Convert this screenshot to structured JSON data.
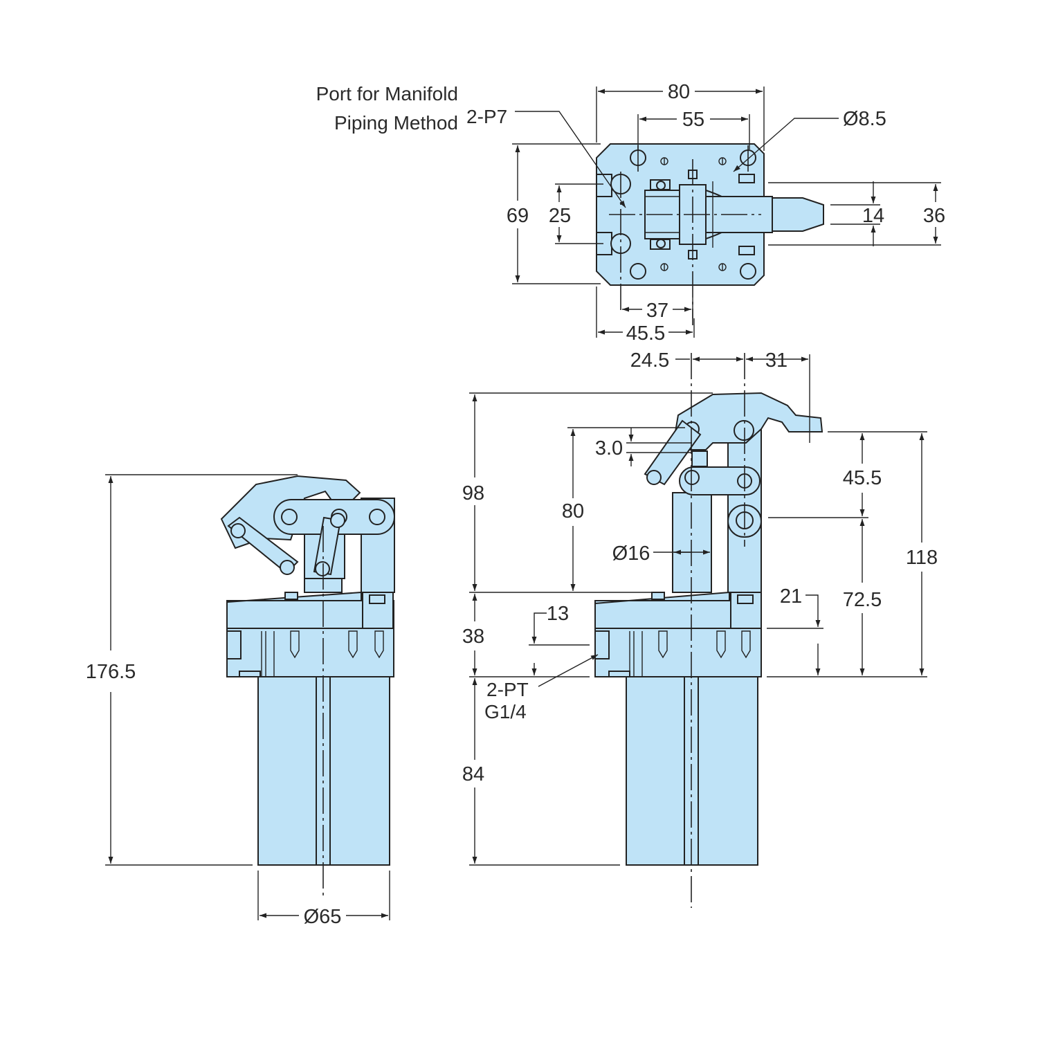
{
  "colors": {
    "body_fill": "#bfe3f7",
    "line": "#222222",
    "text": "#2a2a2a"
  },
  "top_view": {
    "note_port_line1": "Port for Manifold",
    "note_port_line2": "Piping Method",
    "note_2p7": "2-P7",
    "dia_hole": "Ø8.5",
    "dim_width": "80",
    "dim_hole_spacing_x": "55",
    "dim_height": "69",
    "dim_port_spacing": "25",
    "dim_arm_width": "14",
    "dim_arm_span": "36",
    "dim_37": "37",
    "dim_45_5": "45.5"
  },
  "side_view": {
    "dim_total_height": "176.5",
    "dia_body": "Ø65"
  },
  "front_view": {
    "dim_24_5": "24.5",
    "dim_31": "31",
    "dim_98": "98",
    "dim_80": "80",
    "dim_3_0": "3.0",
    "dia_rod": "Ø16",
    "dim_45_5": "45.5",
    "dim_118": "118",
    "dim_21": "21",
    "dim_72_5": "72.5",
    "dim_13": "13",
    "dim_38": "38",
    "note_port_line1": "2-PT",
    "note_port_line2": "G1/4",
    "dim_84": "84"
  }
}
